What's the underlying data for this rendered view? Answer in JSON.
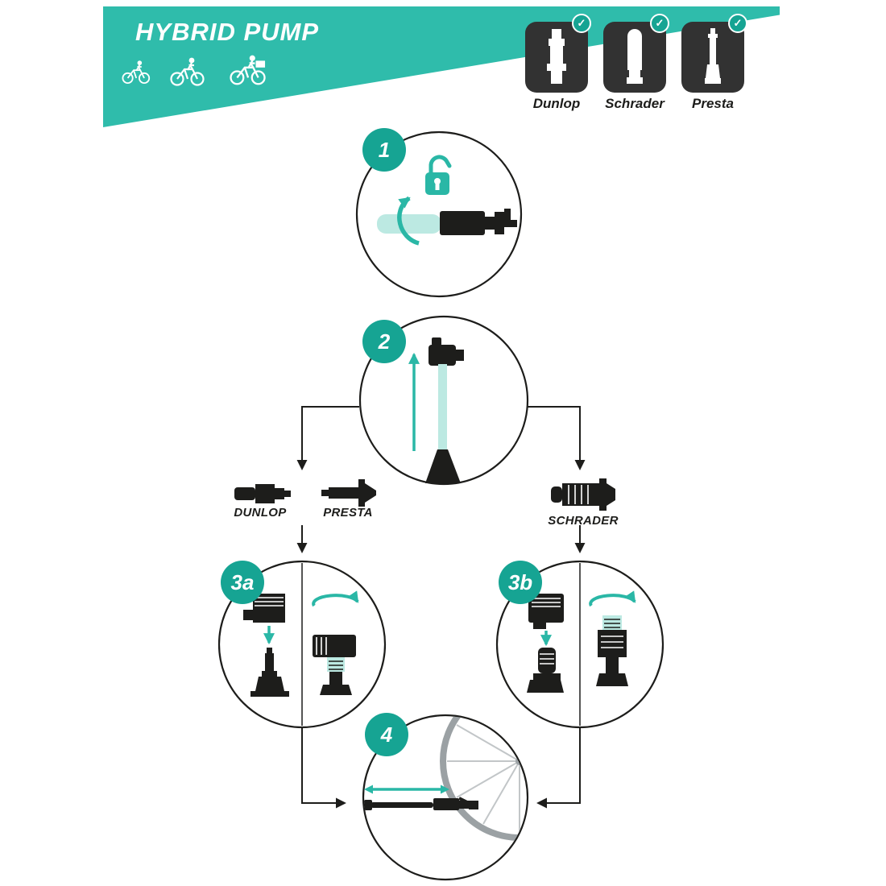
{
  "header": {
    "title": "HYBRID PUMP",
    "valves": [
      {
        "label": "Dunlop"
      },
      {
        "label": "Schrader"
      },
      {
        "label": "Presta"
      }
    ]
  },
  "icons": {
    "check": "✓"
  },
  "steps": {
    "s1": "1",
    "s2": "2",
    "s3a": "3a",
    "s3b": "3b",
    "s4": "4"
  },
  "branches": {
    "dunlop": "DUNLOP",
    "presta": "PRESTA",
    "schrader": "SCHRADER"
  },
  "colors": {
    "banner": "#2fbcab",
    "badge": "#16a493",
    "accent": "#2ab7a6",
    "light": "#bce9e2",
    "dark": "#1d1d1b"
  }
}
